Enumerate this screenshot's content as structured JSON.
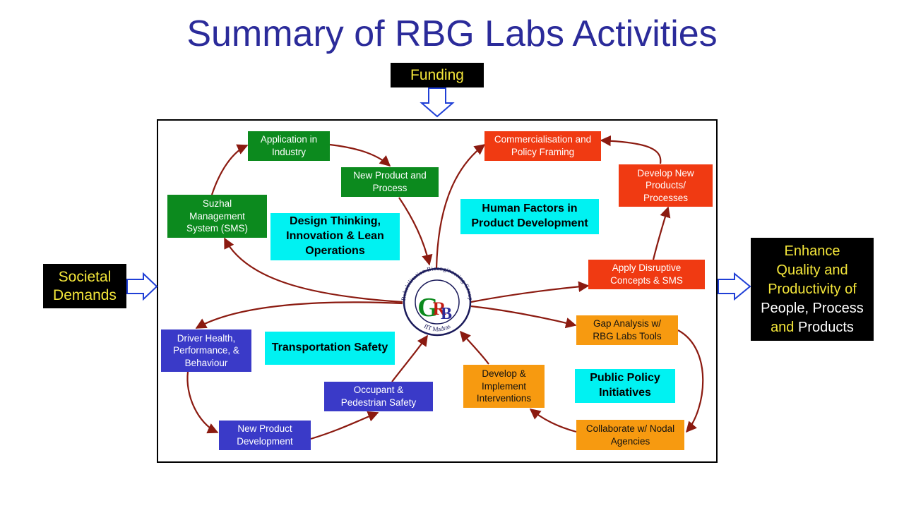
{
  "title": "Summary of RBG Labs Activities",
  "funding": "Funding",
  "societal": [
    "Societal",
    "Demands"
  ],
  "enhance": {
    "line1": "Enhance",
    "line2": "Quality and",
    "line3": "Productivity of",
    "line4": "People, Process",
    "line5_and": "and",
    "line5_rest": " Products"
  },
  "themes": {
    "design": [
      "Design Thinking,",
      "Innovation & Lean",
      "Operations"
    ],
    "human": [
      "Human Factors in",
      "Product Development"
    ],
    "transport": [
      "Transportation Safety"
    ],
    "policy": [
      "Public Policy",
      "Initiatives"
    ]
  },
  "green": {
    "sms": [
      "Suzhal",
      "Management",
      "System (SMS)"
    ],
    "application": [
      "Application in",
      "Industry"
    ],
    "new_product": [
      "New Product and",
      "Process"
    ]
  },
  "red": {
    "commercialisation": [
      "Commercialisation and",
      "Policy Framing"
    ],
    "develop_new": [
      "Develop New",
      "Products/",
      "Processes"
    ],
    "apply": [
      "Apply Disruptive",
      "Concepts & SMS"
    ]
  },
  "orange": {
    "gap": [
      "Gap Analysis w/",
      "RBG Labs Tools"
    ],
    "develop_implement": [
      "Develop &",
      "Implement",
      "Interventions"
    ],
    "collaborate": [
      "Collaborate w/ Nodal",
      "Agencies"
    ]
  },
  "blue": {
    "driver": [
      "Driver Health,",
      "Performance, &",
      "Behaviour"
    ],
    "occupant": [
      "Occupant &",
      "Pedestrian Safety"
    ],
    "new_product_dev": [
      "New Product",
      "Development"
    ]
  },
  "logo": {
    "ring_top": "Rehabilitation Bioengineering Group",
    "ring_bottom": "IIT Madras",
    "letters": [
      "G",
      "R",
      "B"
    ]
  },
  "colors": {
    "title": "#2b2b9a",
    "green": "#0c8a1e",
    "red": "#f03a12",
    "orange": "#f79a10",
    "blue": "#3a3ac8",
    "cyan": "#00f2f2",
    "arrow": "#8b1a10",
    "yellow_text": "#f4e63a"
  }
}
